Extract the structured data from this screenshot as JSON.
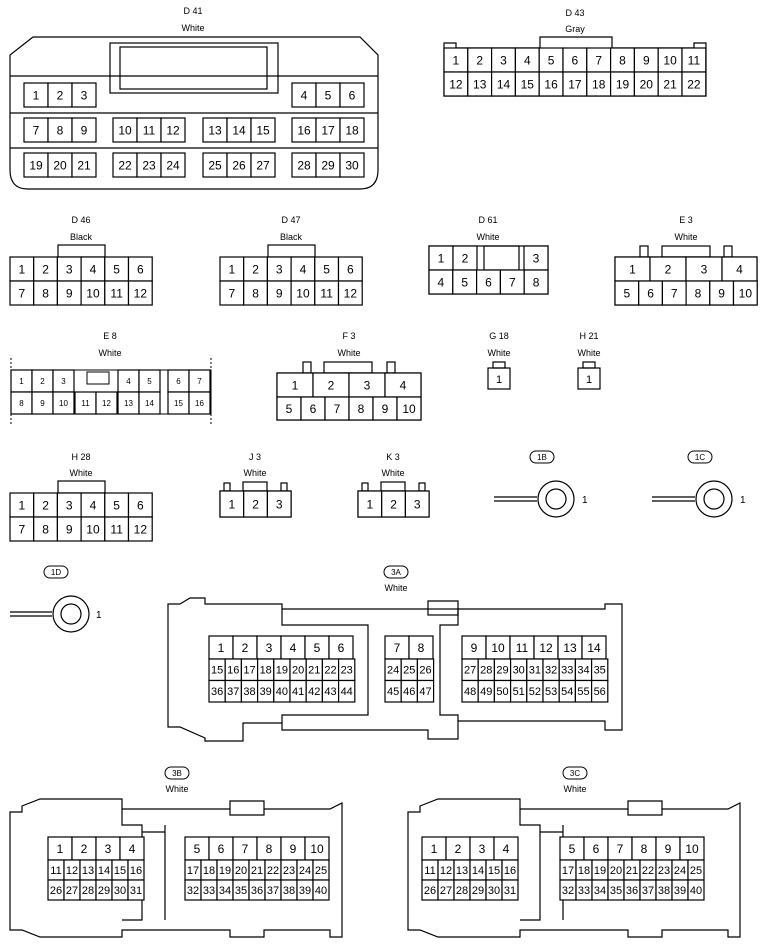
{
  "connectors": {
    "d41": {
      "name": "D 41",
      "color": "White"
    },
    "d43": {
      "name": "D 43",
      "color": "Gray"
    },
    "d46": {
      "name": "D 46",
      "color": "Black"
    },
    "d47": {
      "name": "D 47",
      "color": "Black"
    },
    "d61": {
      "name": "D 61",
      "color": "White"
    },
    "e3": {
      "name": "E 3",
      "color": "White"
    },
    "e8": {
      "name": "E 8",
      "color": "White"
    },
    "f3": {
      "name": "F 3",
      "color": "White"
    },
    "g18": {
      "name": "G 18",
      "color": "White"
    },
    "h21": {
      "name": "H 21",
      "color": "White"
    },
    "h28": {
      "name": "H 28",
      "color": "White"
    },
    "j3": {
      "name": "J 3",
      "color": "White"
    },
    "k3": {
      "name": "K 3",
      "color": "White"
    },
    "c3a": {
      "name": "3A",
      "color": "White"
    },
    "c3b": {
      "name": "3B",
      "color": "White"
    },
    "c3c": {
      "name": "3C",
      "color": "White"
    }
  },
  "grounds": [
    {
      "id": "1B",
      "pin": "1"
    },
    {
      "id": "1C",
      "pin": "1"
    },
    {
      "id": "1D",
      "pin": "1"
    }
  ]
}
